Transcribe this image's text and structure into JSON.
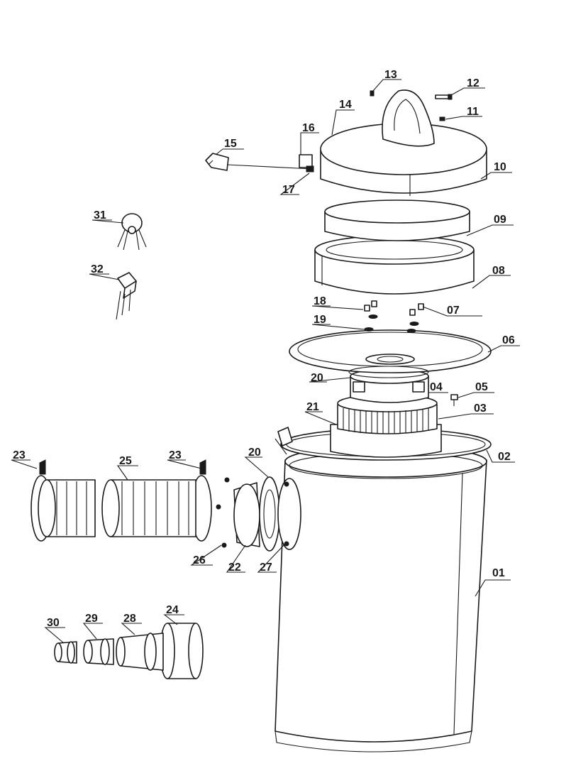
{
  "labels": {
    "p01": "01",
    "p02": "02",
    "p03": "03",
    "p04": "04",
    "p05": "05",
    "p06": "06",
    "p07": "07",
    "p08": "08",
    "p09": "09",
    "p10": "10",
    "p11": "11",
    "p12": "12",
    "p13": "13",
    "p14": "14",
    "p15": "15",
    "p16": "16",
    "p17": "17",
    "p18": "18",
    "p19": "19",
    "p20a": "20",
    "p20b": "20",
    "p21": "21",
    "p22": "22",
    "p23a": "23",
    "p23b": "23",
    "p24": "24",
    "p25": "25",
    "p26": "26",
    "p27": "27",
    "p28": "28",
    "p29": "29",
    "p30": "30",
    "p31": "31",
    "p32": "32"
  }
}
